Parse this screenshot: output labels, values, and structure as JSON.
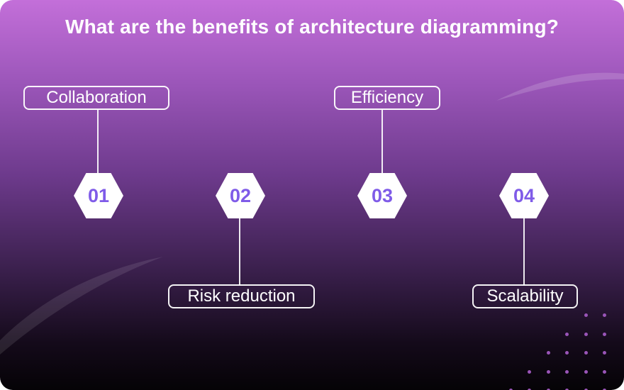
{
  "title": "What are the benefits of architecture diagramming?",
  "colors": {
    "background_top": "#c36fd9",
    "background_bottom": "#050306",
    "hex_fill": "#ffffff",
    "number_color": "#7f5be8",
    "line_color": "#ffffff",
    "dot_color": "#9a55b8"
  },
  "steps": [
    {
      "number": "01",
      "label": "Collaboration"
    },
    {
      "number": "02",
      "label": "Risk reduction"
    },
    {
      "number": "03",
      "label": "Efficiency"
    },
    {
      "number": "04",
      "label": "Scalability"
    }
  ]
}
